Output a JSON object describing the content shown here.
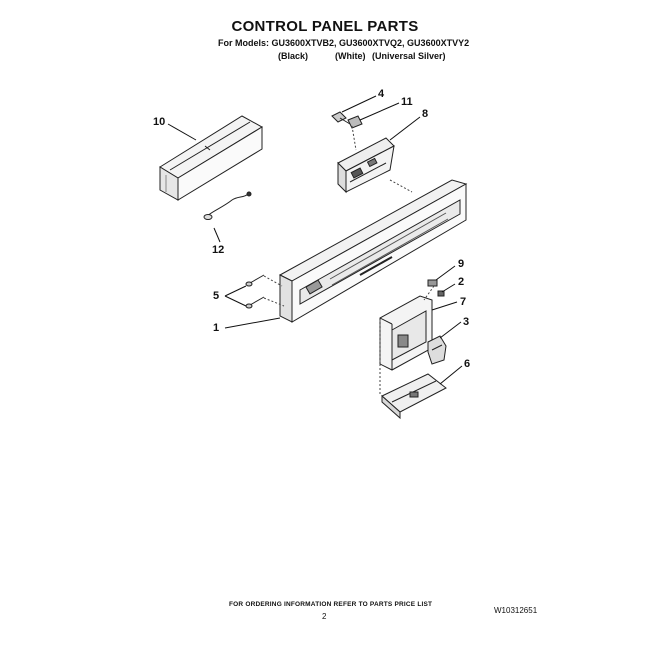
{
  "header": {
    "title": "CONTROL PANEL PARTS",
    "models_line": "For Models: GU3600XTVB2, GU3600XTVQ2, GU3600XTVY2",
    "colors": [
      "(Black)",
      "(White)",
      "(Universal Silver)"
    ]
  },
  "callouts": {
    "n1": "1",
    "n2": "2",
    "n3": "3",
    "n4": "4",
    "n5": "5",
    "n6": "6",
    "n7": "7",
    "n8": "8",
    "n9": "9",
    "n10": "10",
    "n11": "11",
    "n12": "12"
  },
  "footer": {
    "ordering_note": "FOR ORDERING INFORMATION REFER TO PARTS PRICE LIST",
    "page_number": "2",
    "document_number": "W10312651"
  }
}
